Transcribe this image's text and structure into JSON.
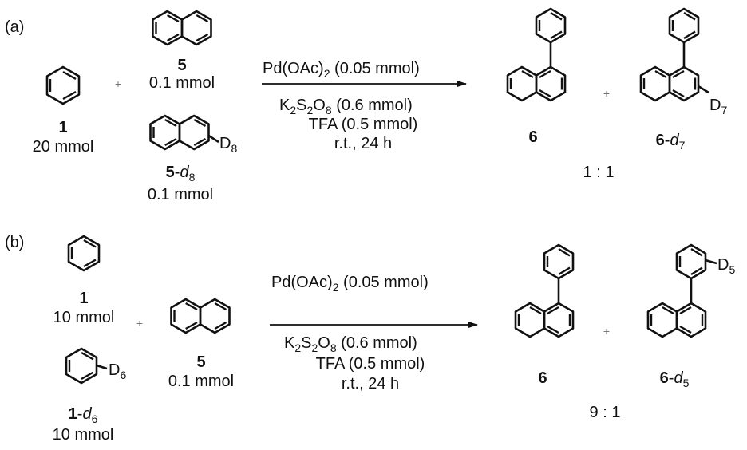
{
  "panel_a": {
    "label": "(a)",
    "plus_1": "+",
    "plus_2": "+",
    "reactant_1": {
      "id": "1",
      "amount": "20 mmol"
    },
    "reactant_5": {
      "id": "5",
      "amount": "0.1 mmol"
    },
    "reactant_5d8": {
      "id": "5",
      "suffix": "-",
      "d": "d",
      "sub": "8",
      "ring_label": "D",
      "ring_sub": "8",
      "amount": "0.1 mmol"
    },
    "conditions": {
      "catalyst": "Pd(OAc)",
      "catalyst_sub": "2",
      "catalyst_amount": " (0.05 mmol)",
      "oxidant_k": "K",
      "oxidant_k_sub": "2",
      "oxidant_s": "S",
      "oxidant_s_sub": "2",
      "oxidant_o": "O",
      "oxidant_o_sub": "8",
      "oxidant_amount": " (0.6 mmol)",
      "acid": "TFA (0.5 mmol)",
      "time": "r.t., 24 h"
    },
    "product_6": {
      "id": "6"
    },
    "product_6d7": {
      "id": "6",
      "suffix": "-",
      "d": "d",
      "sub": "7",
      "ring_label": "D",
      "ring_sub": "7"
    },
    "ratio": "1 : 1"
  },
  "panel_b": {
    "label": "(b)",
    "plus_1": "+",
    "plus_2": "+",
    "reactant_1": {
      "id": "1",
      "amount": "10 mmol"
    },
    "reactant_1d6": {
      "id": "1",
      "suffix": "-",
      "d": "d",
      "sub": "6",
      "ring_label": "D",
      "ring_sub": "6",
      "amount": "10 mmol"
    },
    "reactant_5": {
      "id": "5",
      "amount": "0.1 mmol"
    },
    "conditions": {
      "catalyst": "Pd(OAc)",
      "catalyst_sub": "2",
      "catalyst_amount": " (0.05 mmol)",
      "oxidant_k": "K",
      "oxidant_k_sub": "2",
      "oxidant_s": "S",
      "oxidant_s_sub": "2",
      "oxidant_o": "O",
      "oxidant_o_sub": "8",
      "oxidant_amount": " (0.6 mmol)",
      "acid": "TFA (0.5 mmol)",
      "time": "r.t., 24 h"
    },
    "product_6": {
      "id": "6"
    },
    "product_6d5": {
      "id": "6",
      "suffix": "-",
      "d": "d",
      "sub": "5",
      "ring_label": "D",
      "ring_sub": "5"
    },
    "ratio": "9 : 1"
  }
}
